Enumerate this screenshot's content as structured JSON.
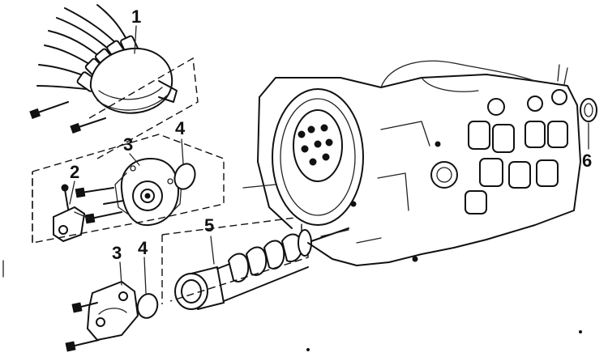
{
  "callouts": [
    {
      "id": "1",
      "label": "1"
    },
    {
      "id": "2",
      "label": "2"
    },
    {
      "id": "3a",
      "label": "3"
    },
    {
      "id": "4a",
      "label": "4"
    },
    {
      "id": "5",
      "label": "5"
    },
    {
      "id": "6",
      "label": "6"
    },
    {
      "id": "3b",
      "label": "3"
    },
    {
      "id": "4b",
      "label": "4"
    }
  ]
}
